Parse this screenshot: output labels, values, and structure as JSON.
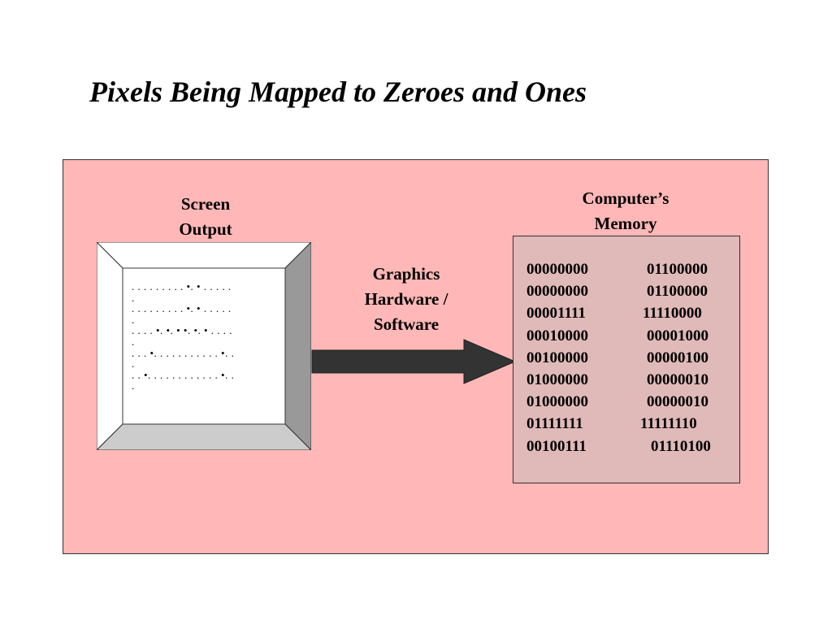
{
  "title": "Pixels Being Mapped to Zeroes and Ones",
  "colors": {
    "panel_bg": "#ffb7b7",
    "memory_bg": "#e0b9b9",
    "arrow_fill": "#333333",
    "bevel_top": "#ffffff",
    "bevel_left": "#ffffff",
    "bevel_right": "#999999",
    "bevel_bottom": "#cccccc"
  },
  "screen": {
    "label_line1": "Screen",
    "label_line2": "Output",
    "pixel_rows": [
      {
        "dots": ". . . . . . . .  . •. • . . . . .",
        "end": "."
      },
      {
        "dots": ". . . . . . . .  . •. • . . . . .",
        "end": "."
      },
      {
        "dots": ". . . . •. •. •  •. •. • . . . .",
        "end": "."
      },
      {
        "dots": ". . . •. . . . . . . . . . . •. .",
        "end": "."
      },
      {
        "dots": ". . •. . . . . . . . . . . . •. .",
        "end": "."
      }
    ]
  },
  "hardware": {
    "line1": "Graphics",
    "line2": "Hardware /",
    "line3": "Software"
  },
  "memory": {
    "label_line1": "Computer’s",
    "label_line2": "Memory",
    "rows": [
      [
        "00000000",
        "01100000"
      ],
      [
        "00000000",
        "01100000"
      ],
      [
        "00001111",
        "11110000"
      ],
      [
        "00010000",
        "00001000"
      ],
      [
        "00100000",
        "00000100"
      ],
      [
        "01000000",
        "00000010"
      ],
      [
        "01000000",
        "00000010"
      ],
      [
        "01111111",
        "11111110"
      ],
      [
        "00100111",
        "01110100"
      ]
    ]
  }
}
